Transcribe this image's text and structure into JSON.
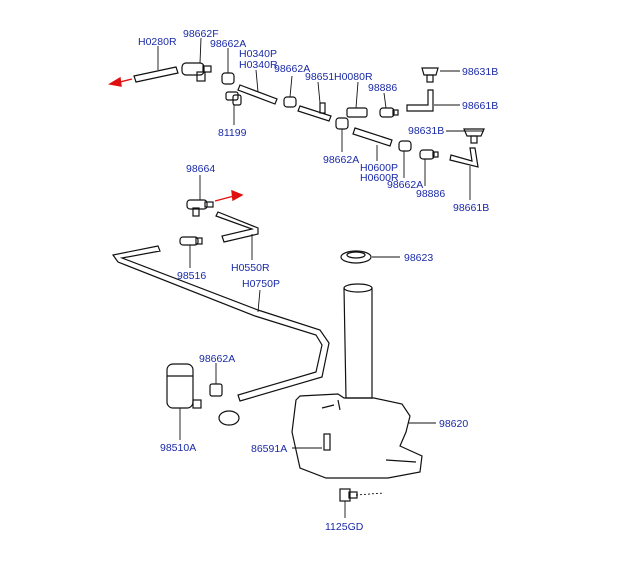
{
  "diagram": {
    "labels": {
      "h0280r": "H0280R",
      "p98662f": "98662F",
      "p98662a_1": "98662A",
      "h0340p": "H0340P",
      "h0340r": "H0340R",
      "p98662a_2": "98662A",
      "p98651": "98651",
      "h0080r": "H0080R",
      "p98886_1": "98886",
      "p98631b_1": "98631B",
      "p98661b_1": "98661B",
      "p81199": "81199",
      "p98631b_2": "98631B",
      "p98662a_3": "98662A",
      "h0600p": "H0600P",
      "h0600r": "H0600R",
      "p98662a_4": "98662A",
      "p98886_2": "98886",
      "p98661b_2": "98661B",
      "p98664": "98664",
      "p98516": "98516",
      "h0550r": "H0550R",
      "p98623": "98623",
      "h0750p": "H0750P",
      "p98662a_5": "98662A",
      "p98510a": "98510A",
      "p98620": "98620",
      "p86591a": "86591A",
      "p1125gd": "1125GD"
    },
    "colors": {
      "label": "#1a2aa8",
      "arrow": "#e01010",
      "line": "#111111"
    }
  }
}
